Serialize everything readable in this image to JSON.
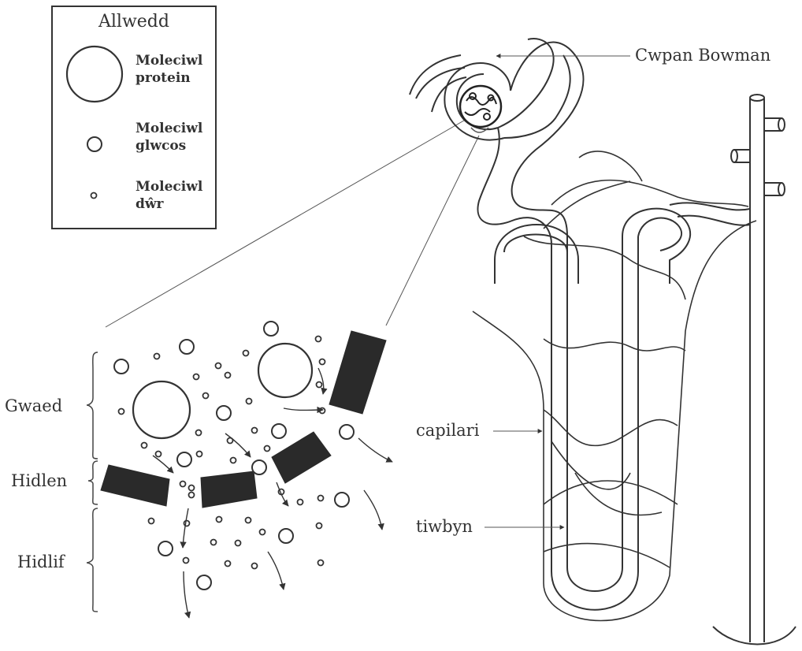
{
  "key": {
    "title": "Allwedd",
    "items": [
      {
        "line1": "Moleciwl",
        "line2": "protein"
      },
      {
        "line1": "Moleciwl",
        "line2": "glwcos"
      },
      {
        "line1": "Moleciwl",
        "line2": "dŵr"
      }
    ]
  },
  "labels": {
    "bowman": "Cwpan Bowman",
    "capillary": "capilari",
    "tubule": "tiwbyn",
    "blood": "Gwaed",
    "filter": "Hidlen",
    "filtrate": "Hidlif"
  },
  "colors": {
    "line": "#3a3a3a",
    "filter_block": "#2a2a2a",
    "background": "#ffffff"
  }
}
